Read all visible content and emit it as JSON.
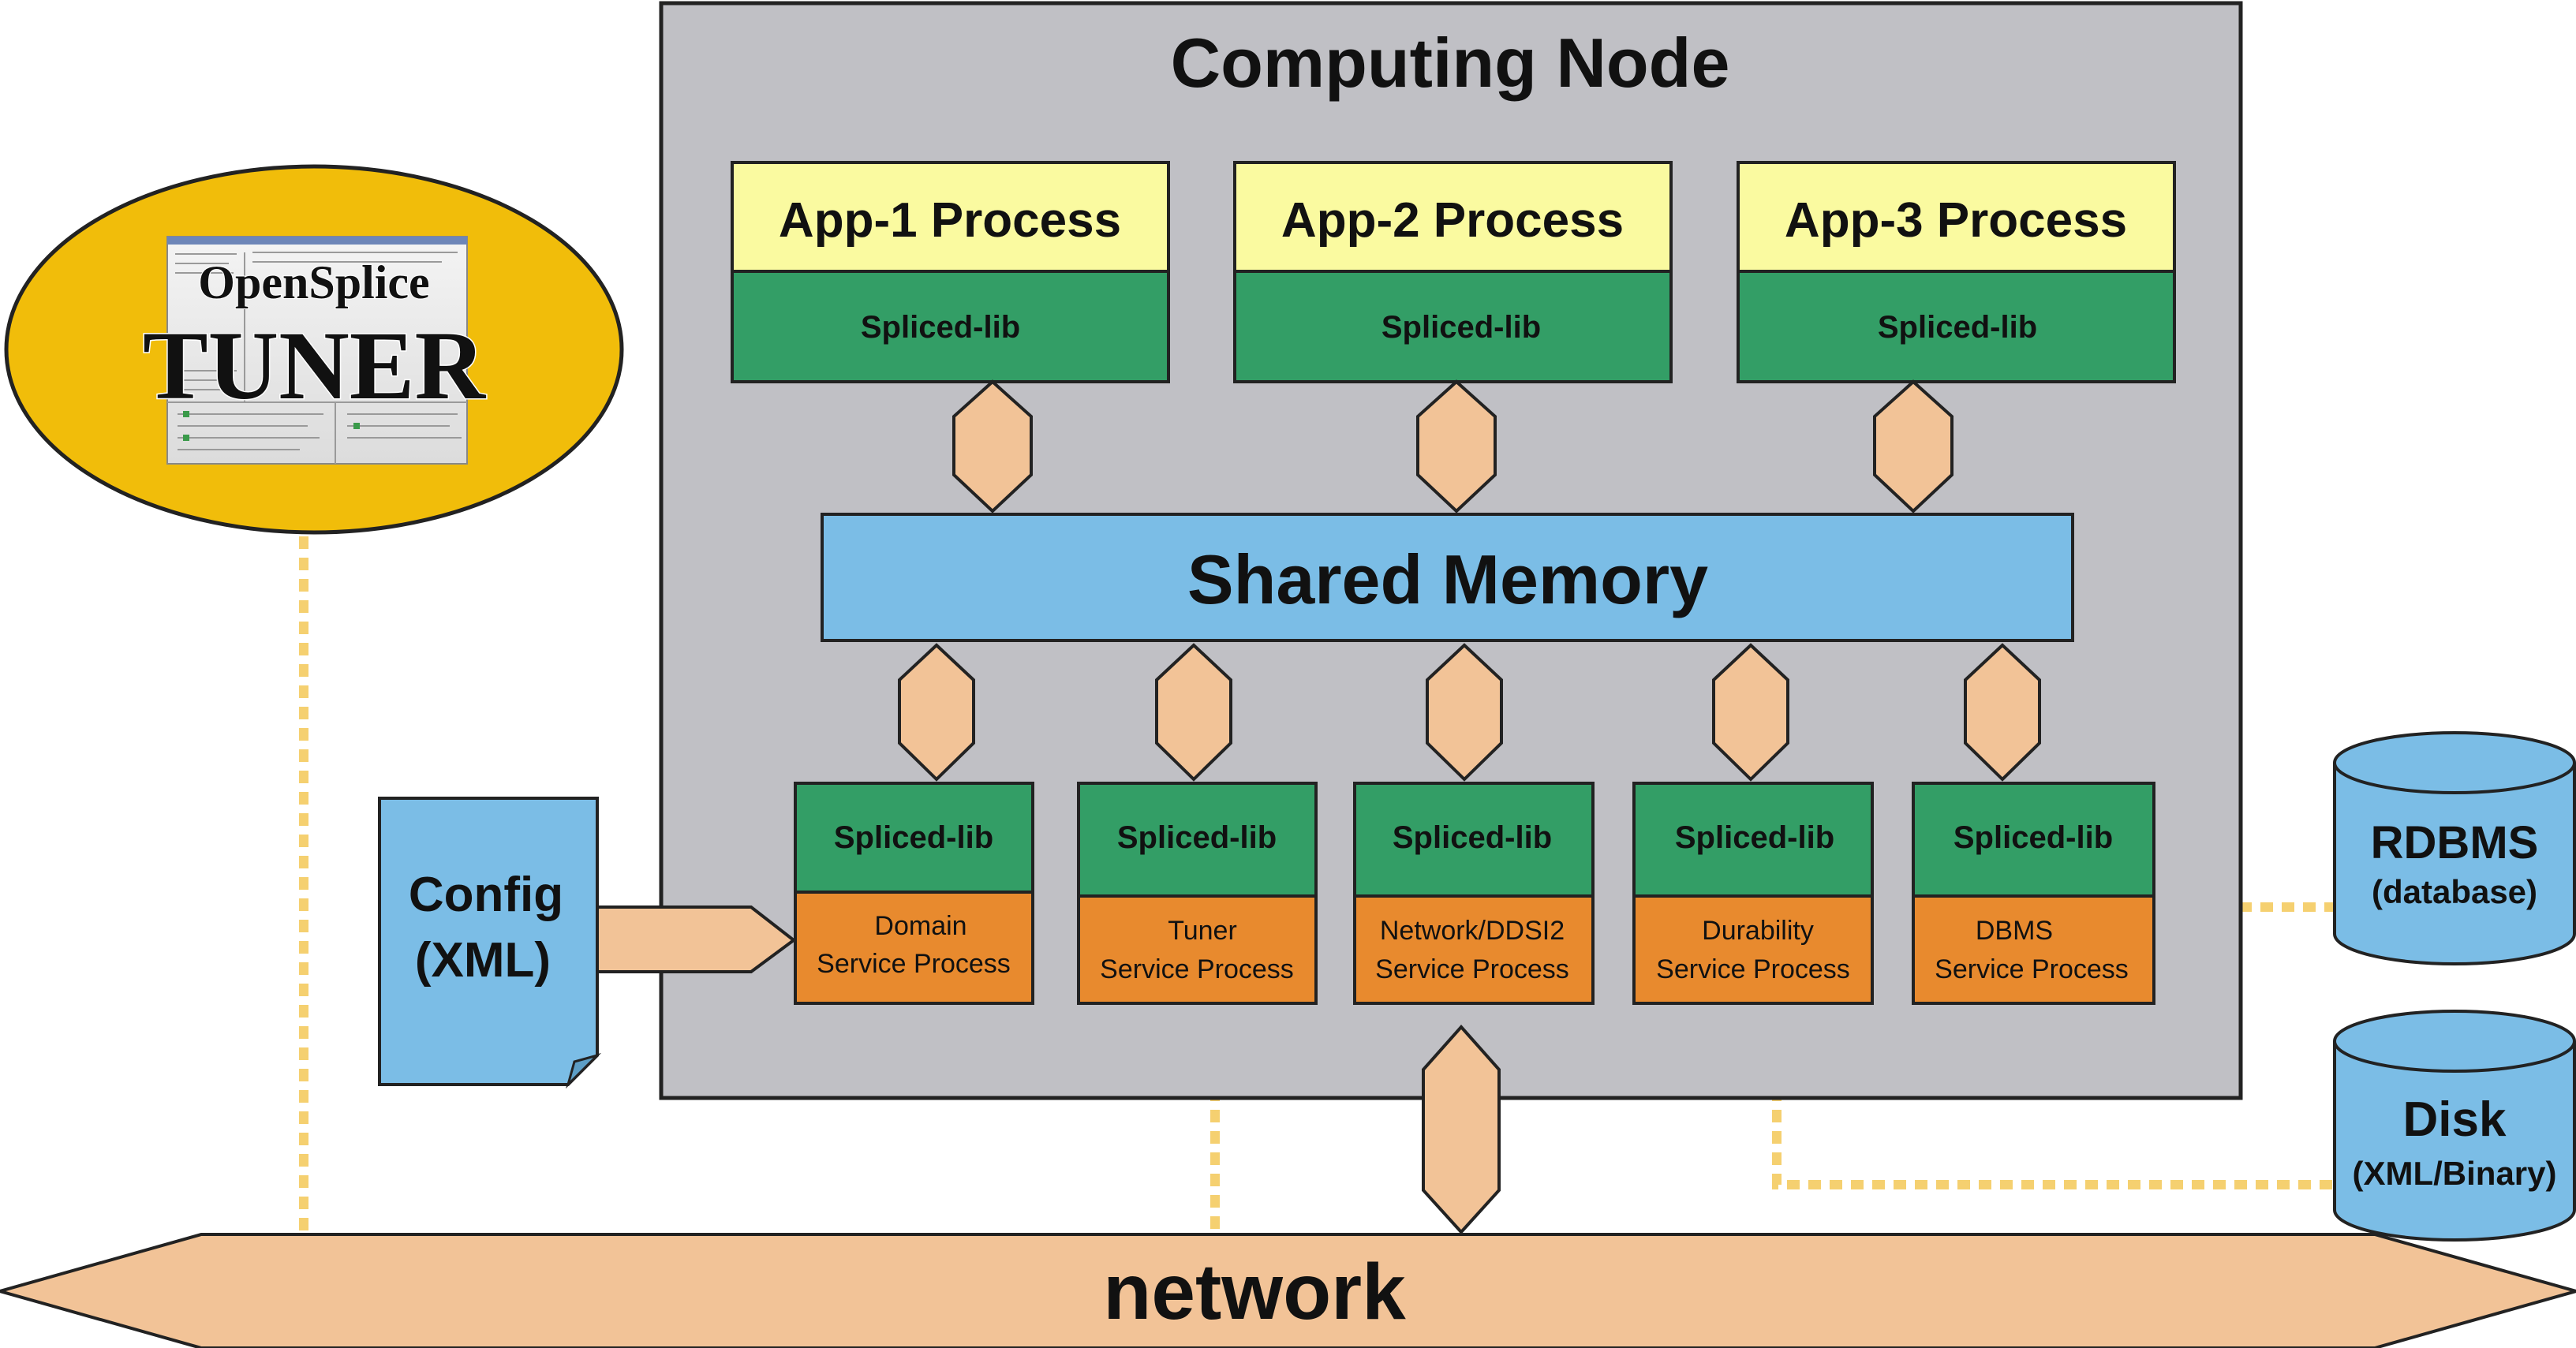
{
  "node": {
    "title": "Computing Node"
  },
  "apps": [
    {
      "name": "App-1 Process",
      "lib": "Spliced-lib"
    },
    {
      "name": "App-2 Process",
      "lib": "Spliced-lib"
    },
    {
      "name": "App-3 Process",
      "lib": "Spliced-lib"
    }
  ],
  "shared_memory": {
    "label": "Shared Memory"
  },
  "services": [
    {
      "lib": "Spliced-lib",
      "line1": "Domain",
      "line2": "Service Process"
    },
    {
      "lib": "Spliced-lib",
      "line1": "Tuner",
      "line2": "Service Process"
    },
    {
      "lib": "Spliced-lib",
      "line1": "Network/DDSI2",
      "line2": "Service Process"
    },
    {
      "lib": "Spliced-lib",
      "line1": "Durability",
      "line2": "Service Process"
    },
    {
      "lib": "Spliced-lib",
      "line1": "DBMS",
      "line2": "Service Process"
    }
  ],
  "tuner": {
    "brand": "OpenSplice",
    "product": "TUNER"
  },
  "config": {
    "line1": "Config",
    "line2": "(XML)"
  },
  "storage": [
    {
      "name": "RDBMS",
      "sub": "(database)"
    },
    {
      "name": "Disk",
      "sub": "(XML/Binary)"
    }
  ],
  "network": {
    "label": "network"
  },
  "colors": {
    "node_bg": "#c0c0c5",
    "app_header": "#fafaa0",
    "lib_green": "#339e66",
    "service_orange": "#e88a2e",
    "shared_memory_blue": "#7bbde6",
    "connector_peach": "#f2c397",
    "tuner_gold": "#f1bd0a",
    "dotted_link": "#f5d070"
  }
}
